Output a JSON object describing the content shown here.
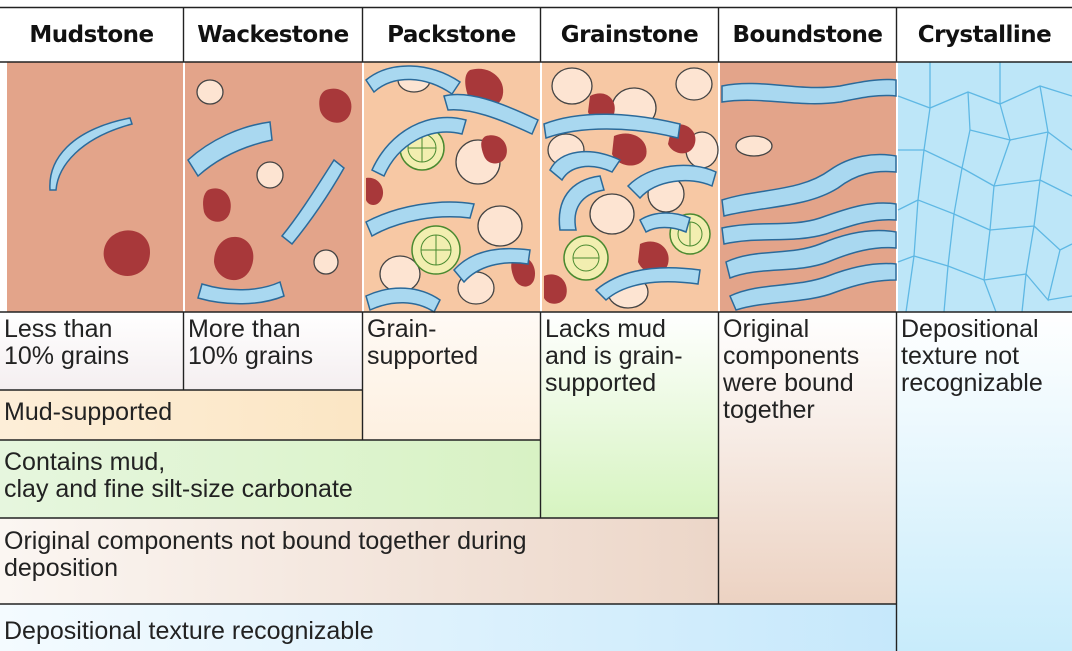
{
  "headers": [
    "Mudstone",
    "Wackestone",
    "Packstone",
    "Grainstone",
    "Boundstone",
    "Crystalline"
  ],
  "descriptions": {
    "mudstone": [
      "Less than",
      "10% grains"
    ],
    "wackestone": [
      "More than",
      "10% grains"
    ],
    "packstone": [
      "Grain-",
      "supported"
    ],
    "grainstone": [
      "Lacks mud",
      "and is grain-",
      "supported"
    ],
    "boundstone": [
      "Original",
      "components",
      "were bound",
      "together"
    ],
    "crystalline": [
      "Depositional",
      "texture not",
      "recognizable"
    ]
  },
  "groups": {
    "mud_supported": "Mud-supported",
    "contains_mud": [
      "Contains mud,",
      "clay and fine silt-size carbonate"
    ],
    "not_bound": [
      "Original components not bound together during",
      "deposition"
    ],
    "texture_recognizable": "Depositional texture recognizable"
  },
  "colors": {
    "matrix": "#e3a48a",
    "grain_matrix": "#f7c8a4",
    "shell": "#a9d8f0",
    "pellet": "#a8383a",
    "grain": "#fde4d2",
    "ooid": "#f2eeb0",
    "crystal": "#bde6f8",
    "crystal_line": "#5fb8e4"
  }
}
